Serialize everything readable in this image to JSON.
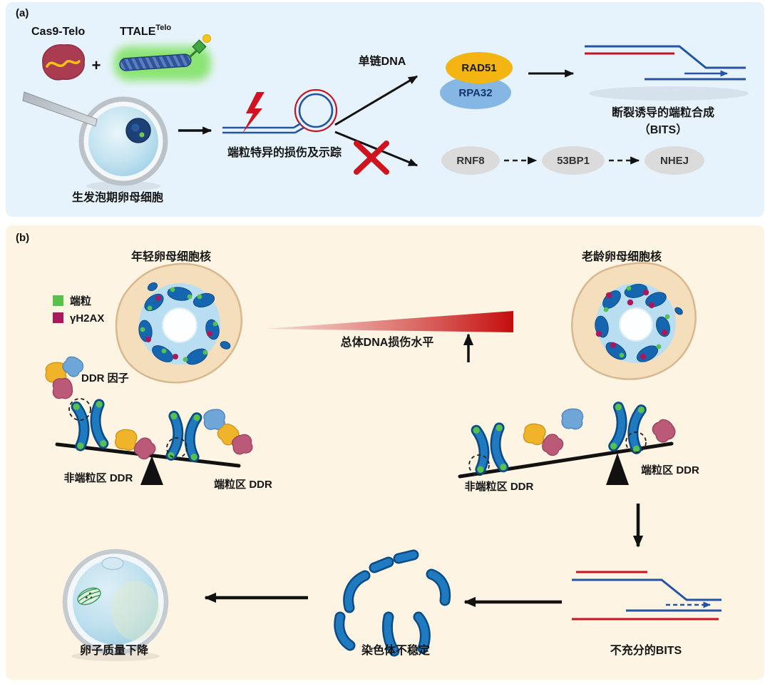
{
  "panel_a": {
    "label": "(a)",
    "cas9_label": "Cas9-Telo",
    "plus_sign": "+",
    "ttale_base": "TTALE",
    "ttale_sup": "Telo",
    "oocyte_label": "生发泡期卵母细胞",
    "damage_label": "端粒特异的损伤及示踪",
    "ssdna_label": "单链DNA",
    "rad51_label": "RAD51",
    "rpa32_label": "RPA32",
    "bits_line1": "断裂诱导的端粒合成",
    "bits_line2": "（BITS）",
    "rnf8_label": "RNF8",
    "label_53bp1": "53BP1",
    "nhej_label": "NHEJ"
  },
  "panel_b": {
    "label": "(b)",
    "young_nucleus_label": "年轻卵母细胞核",
    "aged_nucleus_label": "老龄卵母细胞核",
    "legend": {
      "telomere": "端粒",
      "gh2ax": "γH2AX"
    },
    "damage_level_label": "总体DNA损伤水平",
    "ddr_factor_label": "DDR 因子",
    "young_seesaw": {
      "left": "非端粒区 DDR",
      "right": "端粒区 DDR"
    },
    "aged_seesaw": {
      "left": "非端粒区 DDR",
      "right": "端粒区 DDR"
    },
    "insufficient_bits_label": "不充分的BITS",
    "chromosome_instability_label": "染色体不稳定",
    "egg_quality_label": "卵子质量下降"
  },
  "colors": {
    "panel_a_bg": "#e7f3fc",
    "panel_b_bg": "#fdf4e3",
    "dna_blue": "#2455a4",
    "damage_red": "#cf1420",
    "rad51_fill": "#f4b412",
    "rpa32_fill": "#85b7e4",
    "pathway_node_fill": "#dbdbdb",
    "telomere_green": "#58c14c",
    "gh2ax_magenta": "#a81a5e",
    "chromosome_blue": "#1f7ac0",
    "ddr_yellow": "#efb42a",
    "ddr_blue": "#6fa6d8",
    "ddr_pink": "#bb5a78",
    "gradient_red": "#c50d0d"
  }
}
